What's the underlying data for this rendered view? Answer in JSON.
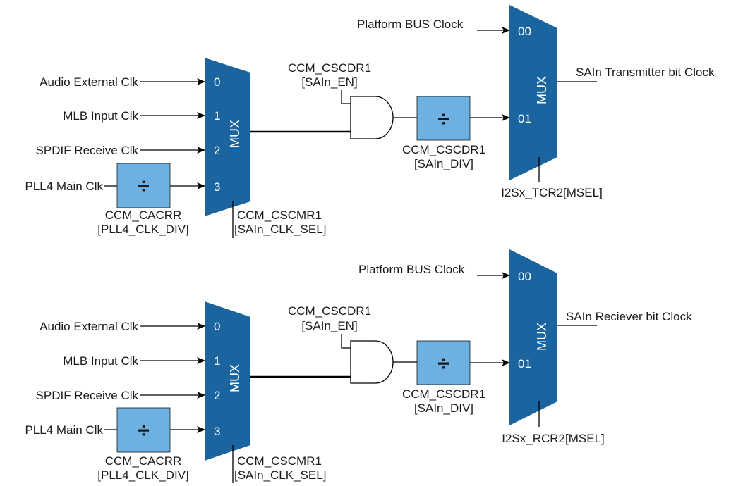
{
  "colors": {
    "mux_fill": "#1a64a0",
    "divider_fill": "#6cb1e1",
    "wire": "#000000"
  },
  "top": {
    "inputs": {
      "audio": "Audio External Clk",
      "mlb": "MLB Input Clk",
      "spdif": "SPDIF  Receive Clk",
      "pll4": "PLL4 Main Clk"
    },
    "mux1": {
      "label": "MUX",
      "in0": "0",
      "in1": "1",
      "in2": "2",
      "in3": "3"
    },
    "cacrr": {
      "line1": "CCM_CACRR",
      "line2": "[PLL4_CLK_DIV]"
    },
    "cscmr1": {
      "line1": "CCM_CSCMR1",
      "line2": "[SAIn_CLK_SEL]"
    },
    "en": {
      "line1": "CCM_CSCDR1",
      "line2": "[SAIn_EN]"
    },
    "div": {
      "line1": "CCM_CSCDR1",
      "line2": "[SAIn_DIV]"
    },
    "divider_symbol": "÷",
    "platform": "Platform BUS Clock",
    "mux2": {
      "label": "MUX",
      "in00": "00",
      "in01": "01"
    },
    "output": "SAIn Transmitter bit Clock",
    "msel": "I2Sx_TCR2[MSEL]"
  },
  "bottom": {
    "inputs": {
      "audio": "Audio External Clk",
      "mlb": "MLB Input Clk",
      "spdif": "SPDIF  Receive Clk",
      "pll4": "PLL4 Main Clk"
    },
    "mux1": {
      "label": "MUX",
      "in0": "0",
      "in1": "1",
      "in2": "2",
      "in3": "3"
    },
    "cacrr": {
      "line1": "CCM_CACRR",
      "line2": "[PLL4_CLK_DIV]"
    },
    "cscmr1": {
      "line1": "CCM_CSCMR1",
      "line2": "[SAIn_CLK_SEL]"
    },
    "en": {
      "line1": "CCM_CSCDR1",
      "line2": "[SAIn_EN]"
    },
    "div": {
      "line1": "CCM_CSCDR1",
      "line2": "[SAIn_DIV]"
    },
    "divider_symbol": "÷",
    "platform": "Platform BUS Clock",
    "mux2": {
      "label": "MUX",
      "in00": "00",
      "in01": "01"
    },
    "output": "SAIn Reciever bit Clock",
    "msel": "I2Sx_RCR2[MSEL]"
  }
}
